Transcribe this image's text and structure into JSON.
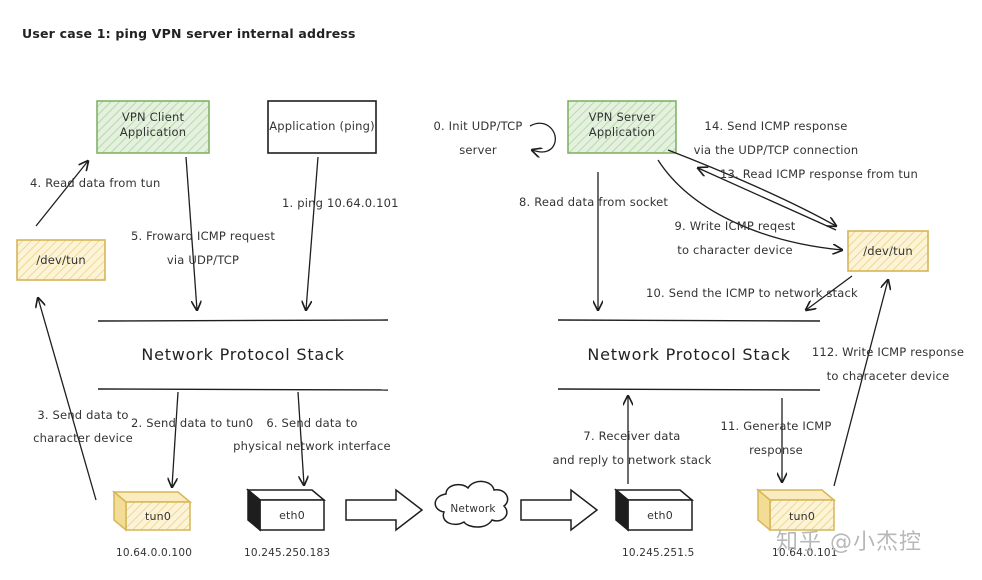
{
  "title": "User case 1: ping VPN server internal address",
  "boxes": {
    "vpn_client": "VPN Client\nApplication",
    "app_ping": "Application (ping)",
    "vpn_server": "VPN Server\nApplication",
    "dev_tun_left": "/dev/tun",
    "dev_tun_right": "/dev/tun",
    "tun0_left": "tun0",
    "eth0_left": "eth0",
    "network": "Network",
    "eth0_right": "eth0",
    "tun0_right": "tun0"
  },
  "stacks": {
    "left": "Network Protocol Stack",
    "right": "Network Protocol Stack"
  },
  "labels": {
    "l0": "0. Init UDP/TCP\nserver",
    "l1": "1. ping 10.64.0.101",
    "l2": "2. Send data to tun0",
    "l3": "3. Send data to\ncharacter device",
    "l4": "4. Read data from tun",
    "l5": "5. Froward ICMP request\nvia UDP/TCP",
    "l6": "6. Send data to\nphysical network interface",
    "l7": "7. Receiver data\nand reply to network stack",
    "l8": "8. Read data from socket",
    "l9": "9. Write ICMP reqest\nto character device",
    "l10": "10. Send the ICMP to network stack",
    "l11": "11. Generate ICMP\nresponse",
    "l12": "112. Write ICMP response\nto characeter device",
    "l13": "13. Read ICMP response from tun",
    "l14": "14. Send ICMP response\nvia the UDP/TCP connection"
  },
  "ips": {
    "tun0_left": "10.64.0.0.100",
    "eth0_left": "10.245.250.183",
    "eth0_right": "10.245.251.5",
    "tun0_right": "10.64.0.101"
  },
  "watermark": "知乎 @小杰控",
  "colors": {
    "green_fill": "#d8ead2",
    "green_stroke": "#82b366",
    "yellow_fill": "#fbecc0",
    "yellow_stroke": "#d6b656",
    "stroke": "#1e1e1e"
  }
}
